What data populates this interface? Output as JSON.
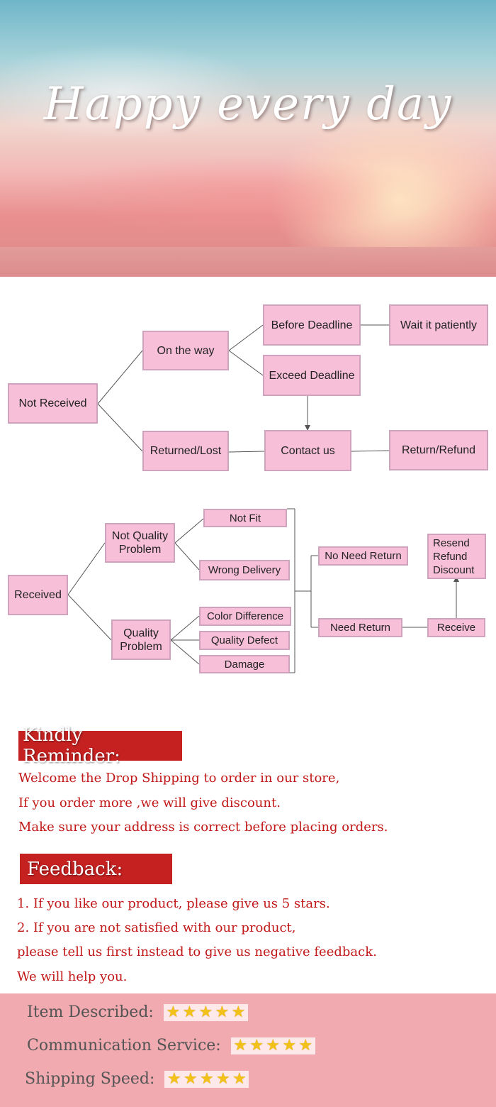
{
  "hero": {
    "title": "Happy every day"
  },
  "diagram1": {
    "not_received": "Not Received",
    "on_the_way": "On the way",
    "returned_lost": "Returned/Lost",
    "before_deadline": "Before Deadline",
    "exceed_deadline": "Exceed Deadline",
    "wait_patiently": "Wait it patiently",
    "contact_us": "Contact us",
    "return_refund": "Return/Refund"
  },
  "diagram2": {
    "received": "Received",
    "not_quality_problem": "Not Quality Problem",
    "quality_problem": "Quality Problem",
    "not_fit": "Not Fit",
    "wrong_delivery": "Wrong Delivery",
    "color_difference": "Color Difference",
    "quality_defect": "Quality Defect",
    "damage": "Damage",
    "no_need_return": "No Need Return",
    "need_return": "Need Return",
    "resend_refund_discount": "Resend Refund Discount",
    "receive": "Receive"
  },
  "reminder": {
    "heading": "Kindly Reminder:",
    "lines": [
      "Welcome the Drop Shipping to order in our store,",
      "If you order more ,we will give discount.",
      "Make sure your address is correct before placing orders."
    ]
  },
  "feedback": {
    "heading": "Feedback:",
    "lines": [
      "1. If you like our product, please give us 5 stars.",
      "2. If you are not satisfied with our product,",
      "please tell us first instead to give us negative feedback.",
      "We will help you."
    ]
  },
  "ratings": [
    {
      "label": "Item Described:",
      "stars": 5
    },
    {
      "label": "Communication Service:",
      "stars": 5
    },
    {
      "label": "Shipping Speed:",
      "stars": 5
    }
  ],
  "colors": {
    "box_fill": "#f8c0d8",
    "banner_red": "#c62121",
    "message_red": "#c21717",
    "ratings_bg": "#f0aab0"
  }
}
